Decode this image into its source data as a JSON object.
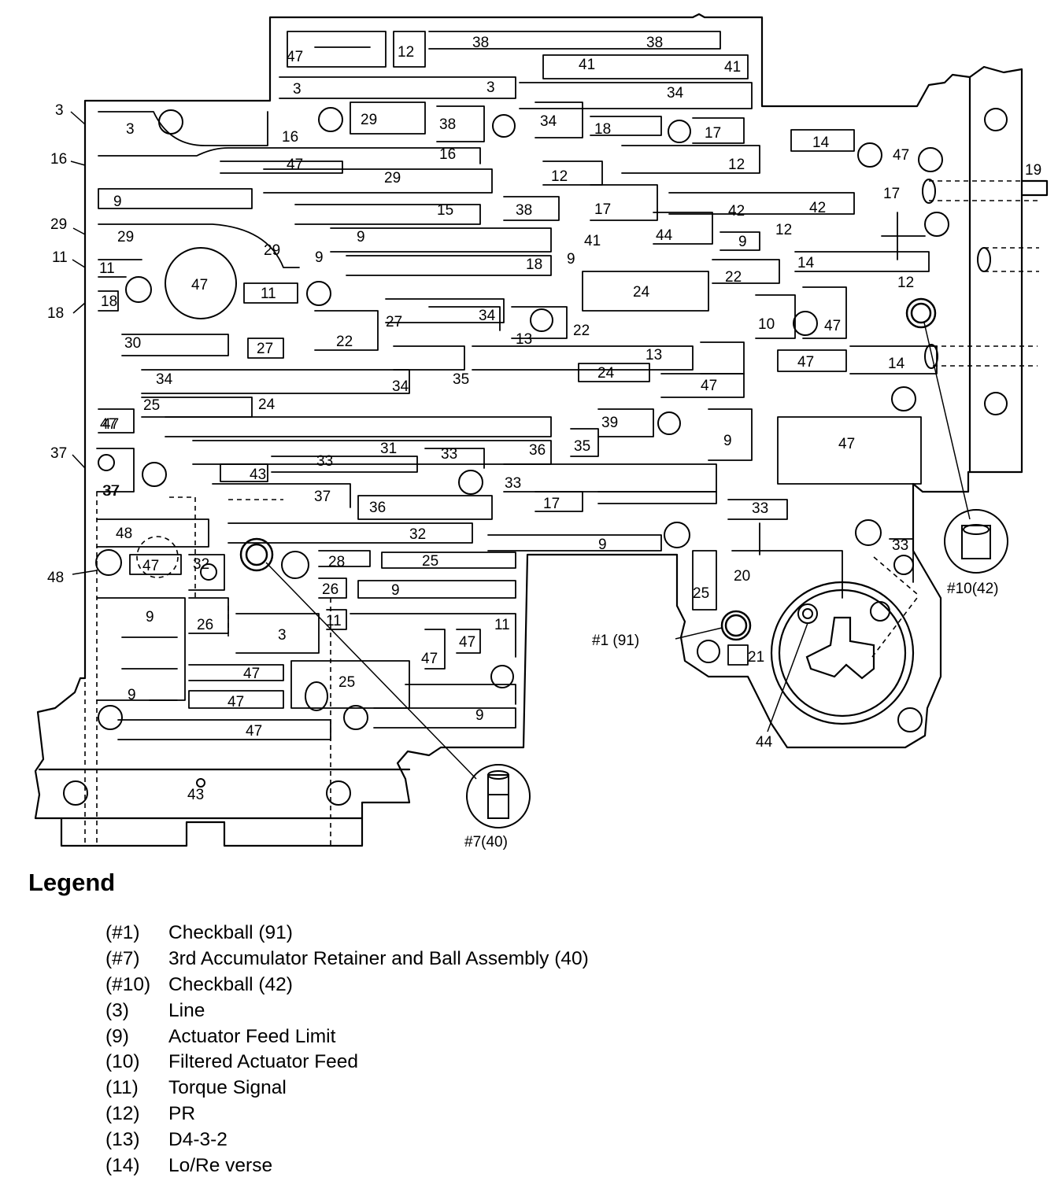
{
  "diagram": {
    "callouts": {
      "checkball_1": "#1 (91)",
      "retainer_7": "#7(40)",
      "checkball_10": "#10(42)",
      "passage_44": "44",
      "pointer_19": "19"
    },
    "left_labels": [
      "3",
      "16",
      "29",
      "11",
      "18",
      "37",
      "48"
    ],
    "passage_labels": [
      "47",
      "12",
      "38",
      "38",
      "41",
      "41",
      "3",
      "3",
      "34",
      "3",
      "29",
      "38",
      "34",
      "18",
      "17",
      "14",
      "47",
      "16",
      "16",
      "47",
      "29",
      "12",
      "12",
      "17",
      "9",
      "15",
      "38",
      "17",
      "42",
      "42",
      "12",
      "44",
      "41",
      "9",
      "29",
      "29",
      "9",
      "9",
      "18",
      "9",
      "14",
      "11",
      "47",
      "11",
      "12",
      "18",
      "24",
      "22",
      "27",
      "22",
      "34",
      "13",
      "22",
      "10",
      "47",
      "30",
      "27",
      "13",
      "34",
      "35",
      "24",
      "47",
      "47",
      "14",
      "34",
      "47",
      "25",
      "24",
      "39",
      "9",
      "47",
      "31",
      "33",
      "36",
      "35",
      "47",
      "37",
      "33",
      "43",
      "37",
      "33",
      "37",
      "36",
      "17",
      "33",
      "48",
      "32",
      "47",
      "32",
      "28",
      "25",
      "9",
      "26",
      "9",
      "20",
      "25",
      "33",
      "26",
      "3",
      "11",
      "11",
      "9",
      "47",
      "47",
      "47",
      "21",
      "25",
      "9",
      "47",
      "9",
      "47",
      "43"
    ]
  },
  "legend": {
    "title": "Legend",
    "items": [
      {
        "code": "(#1)",
        "label": "Checkball (91)"
      },
      {
        "code": "(#7)",
        "label": "3rd Accumulator Retainer and Ball Assembly (40)"
      },
      {
        "code": "(#10)",
        "label": "Checkball (42)"
      },
      {
        "code": "(3)",
        "label": "Line"
      },
      {
        "code": "(9)",
        "label": "Actuator Feed Limit"
      },
      {
        "code": "(10)",
        "label": "Filtered Actuator Feed"
      },
      {
        "code": "(11)",
        "label": "Torque Signal"
      },
      {
        "code": "(12)",
        "label": "PR"
      },
      {
        "code": "(13)",
        "label": "D4-3-2"
      },
      {
        "code": "(14)",
        "label": "Lo/Re verse"
      }
    ]
  }
}
